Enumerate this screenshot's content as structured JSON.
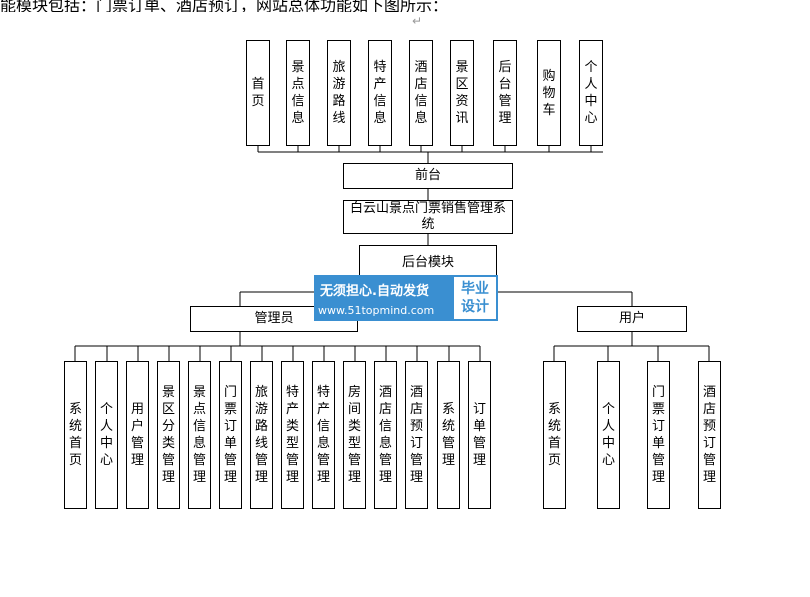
{
  "document": {
    "top_text": "能模块包括：门票订单、酒店预订，网站总体功能如下图所示：",
    "return_mark": "↵"
  },
  "diagram": {
    "frontend_modules": [
      "首页",
      "景点信息",
      "旅游路线",
      "特产信息",
      "酒店信息",
      "景区资讯",
      "后台管理",
      "购物车",
      "个人中心"
    ],
    "frontend_label": "前台",
    "system_title": "白云山景点门票销售管理系统",
    "backend_label": "后台模块",
    "admin_label": "管理员",
    "user_label": "用户",
    "admin_modules": [
      "系统首页",
      "个人中心",
      "用户管理",
      "景区分类管理",
      "景点信息管理",
      "门票订单管理",
      "旅游路线管理",
      "特产类型管理",
      "特产信息管理",
      "房间类型管理",
      "酒店信息管理",
      "酒店预订管理",
      "系统管理",
      "订单管理"
    ],
    "user_modules": [
      "系统首页",
      "个人中心",
      "门票订单管理",
      "酒店预订管理"
    ]
  },
  "watermark": {
    "line1": "无须担心.自动发货",
    "line2": "www.51topmind.com",
    "badge": "毕业设计"
  }
}
